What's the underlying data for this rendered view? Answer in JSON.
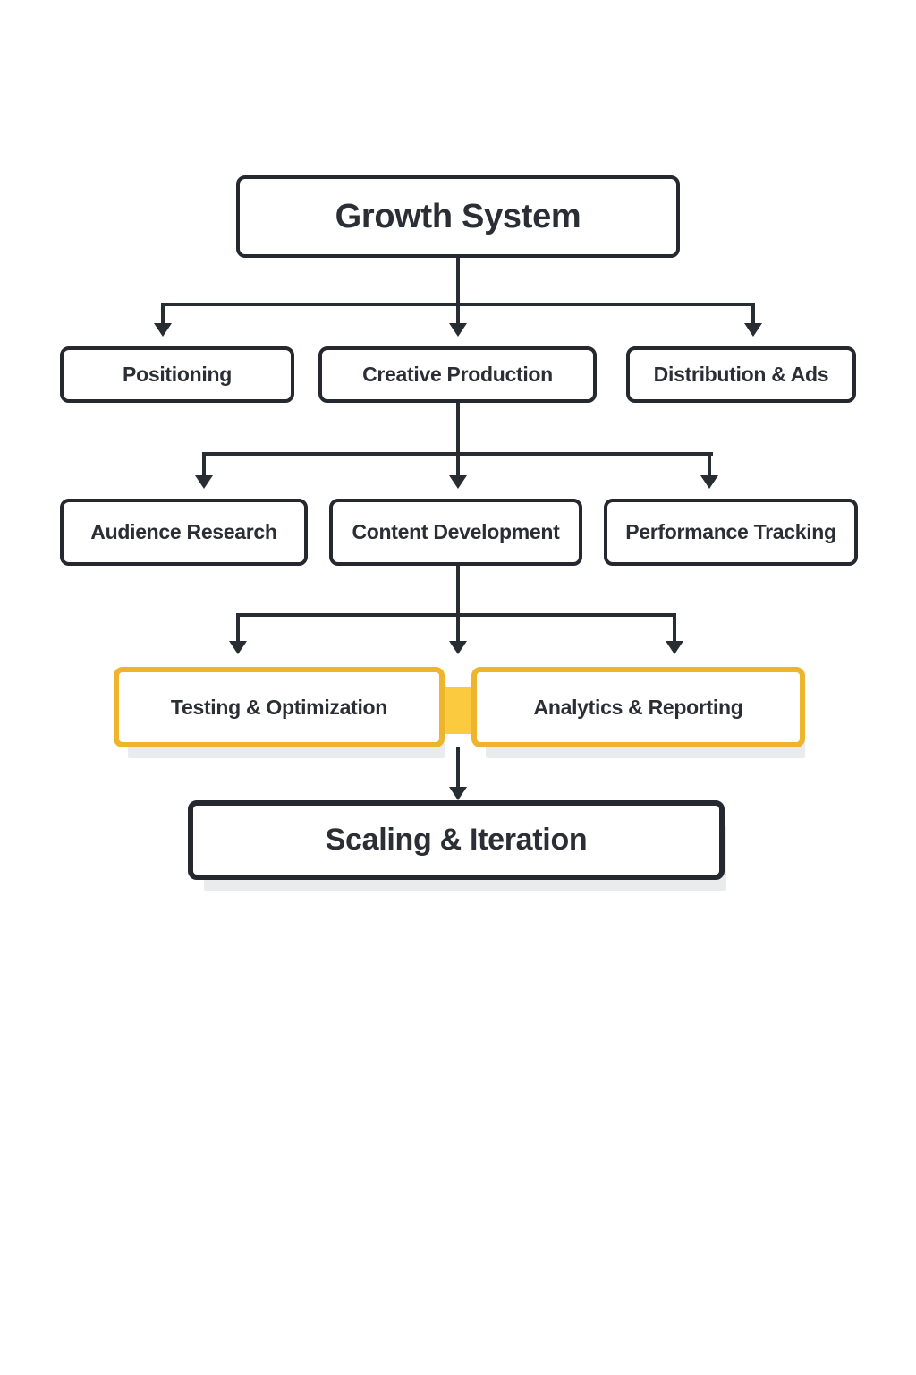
{
  "diagram": {
    "nodes": {
      "root": {
        "label": "Growth System"
      },
      "level2": [
        {
          "label": "Positioning"
        },
        {
          "label": "Creative Production"
        },
        {
          "label": "Distribution & Ads"
        }
      ],
      "level3": [
        {
          "label": "Audience Research"
        },
        {
          "label": "Content Development"
        },
        {
          "label": "Performance Tracking"
        }
      ],
      "level4": [
        {
          "label": "Testing & Optimization"
        },
        {
          "label": "Analytics & Reporting"
        }
      ],
      "final": {
        "label": "Scaling & Iteration"
      }
    },
    "colors": {
      "background": "#ffffff",
      "node_fill": "#ffffff",
      "node_border_dark": "#25282f",
      "node_text": "#2b2e35",
      "arrow": "#282c33",
      "highlight_border": "#efb42e",
      "highlight_bridge": "#fbca3e",
      "shadow": "#e9ebec"
    }
  }
}
